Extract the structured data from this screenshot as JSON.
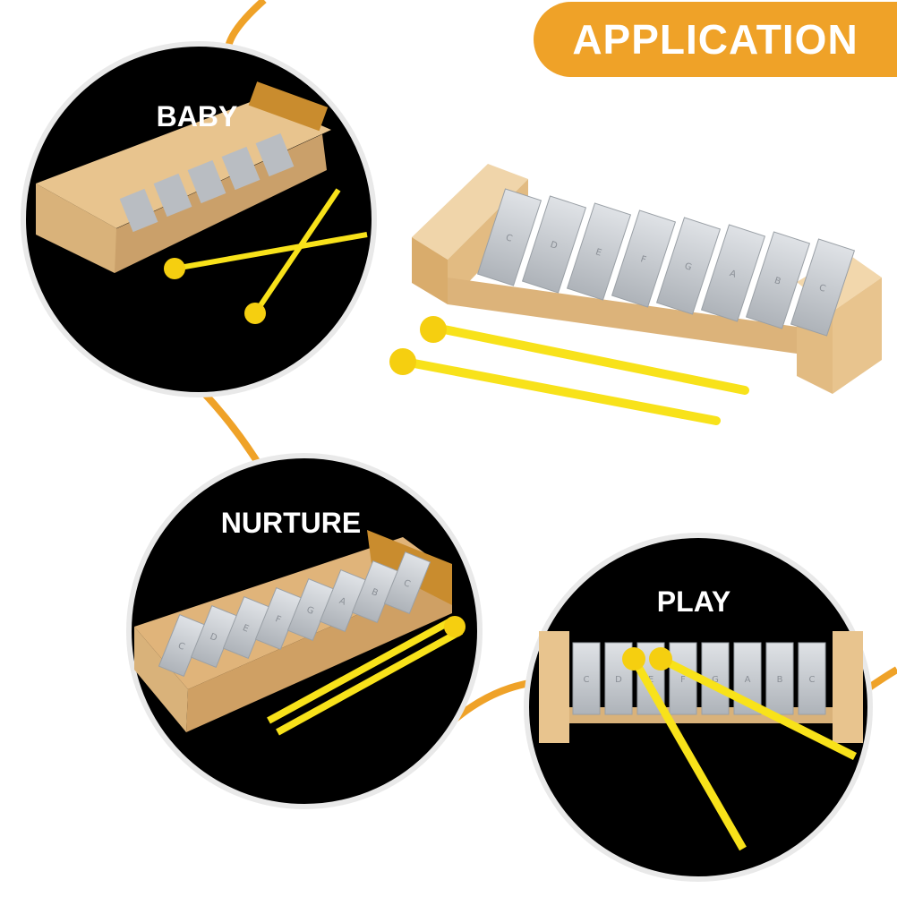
{
  "banner": {
    "title": "APPLICATION"
  },
  "circles": [
    {
      "label": "BABY"
    },
    {
      "label": "NURTURE"
    },
    {
      "label": "PLAY"
    }
  ],
  "product": {
    "bar_notes": [
      "C",
      "D",
      "E",
      "F",
      "G",
      "A",
      "B",
      "C"
    ]
  },
  "colors": {
    "accent": "#efa228",
    "circle_fill": "#000000",
    "circle_ring": "#e9e9e9",
    "mallet": "#f8e21a",
    "wood": "#e8c48e",
    "bar": "#c9cdd2"
  }
}
